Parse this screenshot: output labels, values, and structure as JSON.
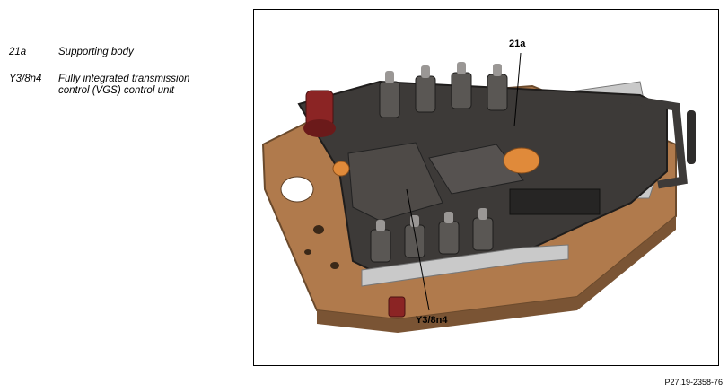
{
  "legend": [
    {
      "code": "21a",
      "desc": "Supporting body"
    },
    {
      "code": "Y3/8n4",
      "desc": "Fully integrated transmission control (VGS) control unit"
    }
  ],
  "figure": {
    "callouts": {
      "top": "21a",
      "bottom": "Y3/8n4"
    },
    "code": "P27.19-2358-76"
  },
  "colors": {
    "plate": "#b07a4c",
    "body": "#3d3a38",
    "metal": "#c9c9c9",
    "orange": "#e08a3a",
    "red": "#8b2424"
  }
}
